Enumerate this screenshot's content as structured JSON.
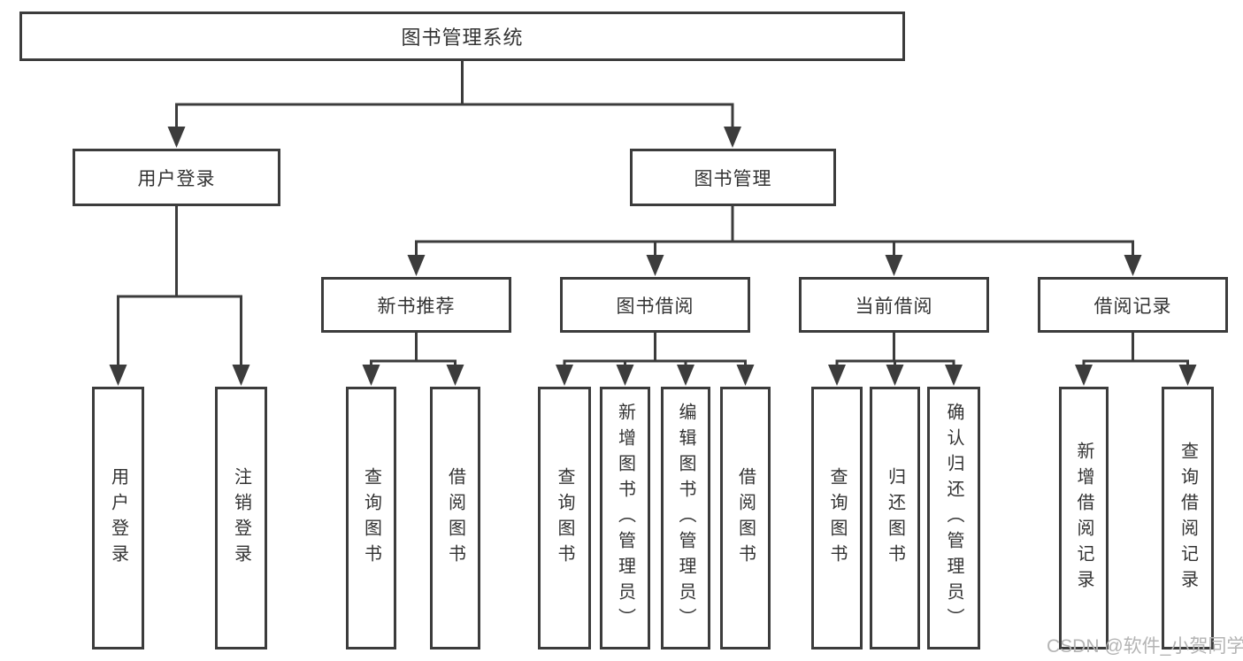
{
  "diagram": {
    "root": {
      "label": "图书管理系统"
    },
    "branches": [
      {
        "label": "用户登录",
        "children": [
          {
            "label": "用户登录"
          },
          {
            "label": "注销登录"
          }
        ]
      },
      {
        "label": "图书管理",
        "children": [
          {
            "label": "新书推荐",
            "children": [
              {
                "label": "查询图书"
              },
              {
                "label": "借阅图书"
              }
            ]
          },
          {
            "label": "图书借阅",
            "children": [
              {
                "label": "查询图书"
              },
              {
                "label": "新增图书（管理员）"
              },
              {
                "label": "编辑图书（管理员）"
              },
              {
                "label": "借阅图书"
              }
            ]
          },
          {
            "label": "当前借阅",
            "children": [
              {
                "label": "查询图书"
              },
              {
                "label": "归还图书"
              },
              {
                "label": "确认归还（管理员）"
              }
            ]
          },
          {
            "label": "借阅记录",
            "children": [
              {
                "label": "新增借阅记录"
              },
              {
                "label": "查询借阅记录"
              }
            ]
          }
        ]
      }
    ]
  },
  "watermark": {
    "text": "CSDN @软件_小贺同学"
  },
  "colors": {
    "line": "#3c3c3c",
    "text": "#333333",
    "watermark": "#b4b4b4",
    "background": "#ffffff"
  }
}
